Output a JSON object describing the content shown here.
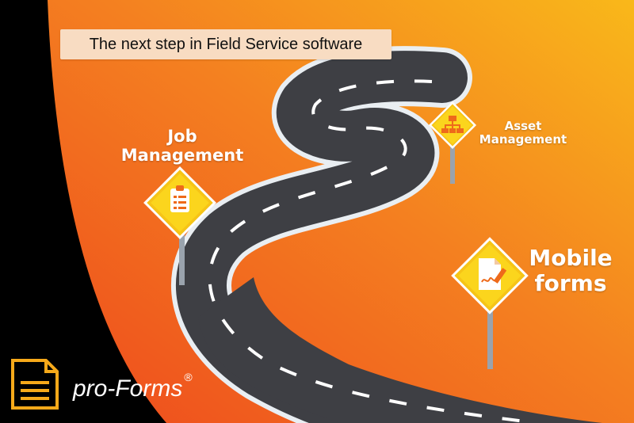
{
  "banner": {
    "text": "The next step in Field Service software"
  },
  "signs": {
    "job": {
      "line1": "Job",
      "line2": "Management",
      "icon": "clipboard-icon"
    },
    "asset": {
      "line1": "Asset",
      "line2": "Management",
      "icon": "hierarchy-icon"
    },
    "mobile": {
      "line1": "Mobile",
      "line2": "forms",
      "icon": "signed-document-icon"
    }
  },
  "logo": {
    "name": "pro-Forms",
    "mark": "®",
    "icon": "document-icon"
  },
  "colors": {
    "orange_dark": "#ee4e1f",
    "orange_light": "#f9b31a",
    "road": "#3e3f44",
    "sign_yellow": "#fbd51d",
    "black": "#000000"
  }
}
